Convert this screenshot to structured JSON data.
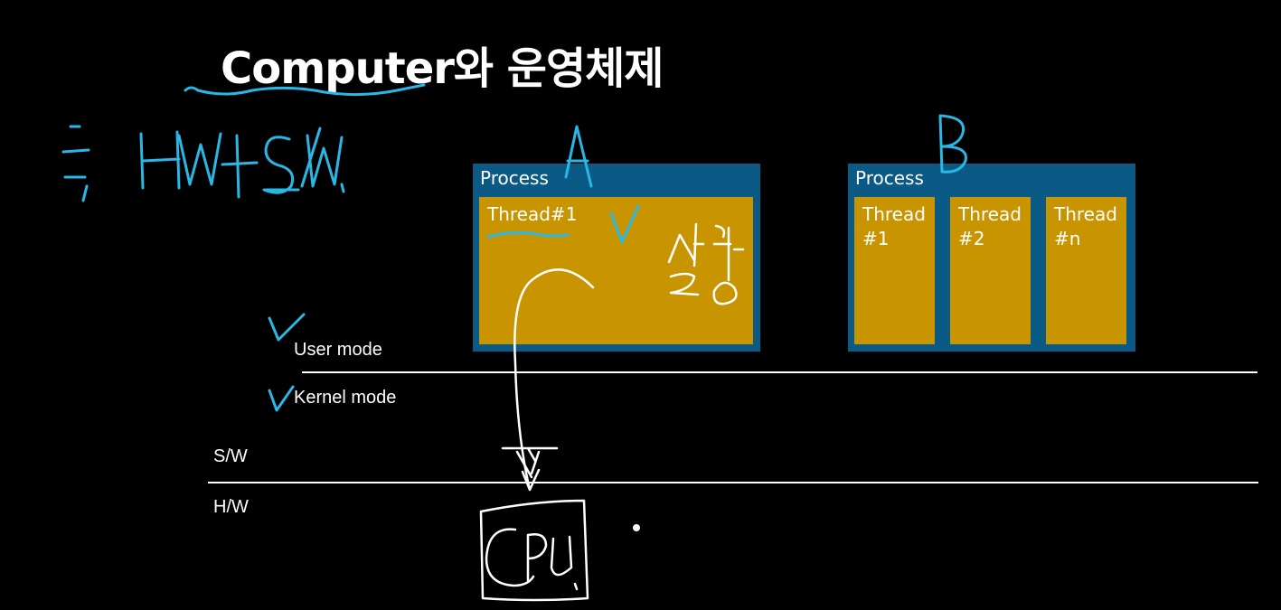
{
  "title": "Computer와 운영체제",
  "handwriting": {
    "hw_sw": "= H/W+S/W",
    "label_a": "A",
    "label_b": "B",
    "run": "실행",
    "cpu": "CPU"
  },
  "process_a": {
    "label": "Process",
    "threads": [
      "Thread#1"
    ]
  },
  "process_b": {
    "label": "Process",
    "threads": [
      "Thread\n#1",
      "Thread\n#2",
      "Thread\n#n"
    ]
  },
  "modes": {
    "user": "User mode",
    "kernel": "Kernel mode"
  },
  "layers": {
    "sw": "S/W",
    "hw": "H/W"
  },
  "colors": {
    "background": "#000000",
    "process": "#0b5a86",
    "thread": "#c89400",
    "ink": "#29b7e6"
  }
}
